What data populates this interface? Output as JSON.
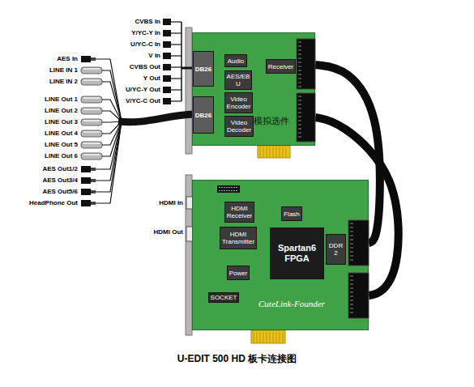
{
  "diagram": {
    "caption": "U-EDIT 500 HD 板卡连接图",
    "nodes": [
      {
        "text": [
          "模拟选件"
        ]
      },
      {
        "text": [
          "DB26"
        ],
        "in": 0
      },
      {
        "text": [
          "DB26"
        ],
        "in": 0
      },
      {
        "text": [
          "Audio"
        ],
        "in": 0
      },
      {
        "text": [
          "AES/EB U"
        ],
        "in": 0
      },
      {
        "text": [
          "Video Encoder"
        ],
        "in": 0
      },
      {
        "text": [
          "Video Decoder"
        ],
        "in": 0
      },
      {
        "text": [
          "Receiver"
        ],
        "in": 0
      },
      {
        "text": [
          "CuteLink-Founder"
        ]
      },
      {
        "text": [
          "HDMI Receiver"
        ],
        "in": 8
      },
      {
        "text": [
          "HDMI Transmitter"
        ],
        "in": 8
      },
      {
        "text": [
          "Flash"
        ],
        "in": 8
      },
      {
        "text": [
          "Spartan6 FPGA"
        ],
        "in": 8
      },
      {
        "text": [
          "DDR 2"
        ],
        "in": 8
      },
      {
        "text": [
          "Power"
        ],
        "in": 8
      },
      {
        "text": [
          "SOCKET"
        ],
        "in": 8
      }
    ],
    "edges": [
      {
        "from": 0,
        "to": 8,
        "arrow": "none"
      },
      {
        "from": 0,
        "to": 8,
        "arrow": "none"
      }
    ],
    "labels": [
      "CVBS In",
      "Y/YC-Y In",
      "U/YC-C In",
      "V In",
      "CVBS Out",
      "Y Out",
      "U/YC-Y Out",
      "V/YC-C Out",
      "AES In",
      "LINE IN 1",
      "LINE IN 2",
      "LINE Out 1",
      "LINE Out 2",
      "LINE Out 3",
      "LINE Out 4",
      "LINE Out 5",
      "LINE Out 6",
      "AES Out1/2",
      "AES Out3/4",
      "AES Out5/6",
      "HeadPhone Out",
      "HDMI In",
      "HDMI Out"
    ]
  }
}
